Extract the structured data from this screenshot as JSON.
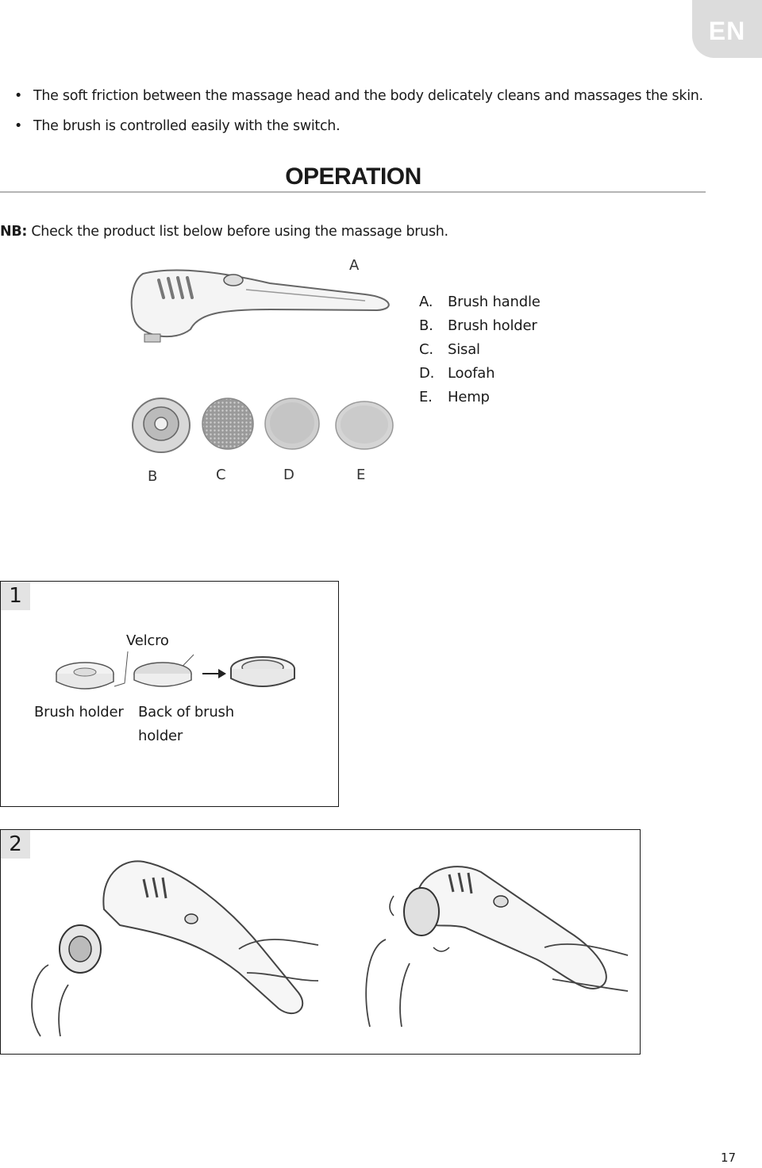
{
  "header": {
    "language_tab": "EN"
  },
  "intro_bullets": [
    "The soft friction between the massage head and the body delicately cleans and massages the skin.",
    "The brush is controlled easily with the switch."
  ],
  "section": {
    "title": "OPERATION",
    "note_prefix": "NB:",
    "note_text": " Check the product list below before using the massage brush."
  },
  "product_figure": {
    "labels": {
      "a": "A",
      "b": "B",
      "c": "C",
      "d": "D",
      "e": "E"
    },
    "parts": [
      {
        "letter": "A.",
        "name": "Brush handle"
      },
      {
        "letter": "B.",
        "name": "Brush holder"
      },
      {
        "letter": "C.",
        "name": "Sisal"
      },
      {
        "letter": "D.",
        "name": "Loofah"
      },
      {
        "letter": "E.",
        "name": "Hemp"
      }
    ]
  },
  "step1": {
    "number": "1",
    "velcro_label": "Velcro",
    "brush_holder_label": "Brush holder",
    "back_label_line1": "Back of brush",
    "back_label_line2": "holder"
  },
  "step2": {
    "number": "2"
  },
  "footer": {
    "page_number": "17"
  }
}
